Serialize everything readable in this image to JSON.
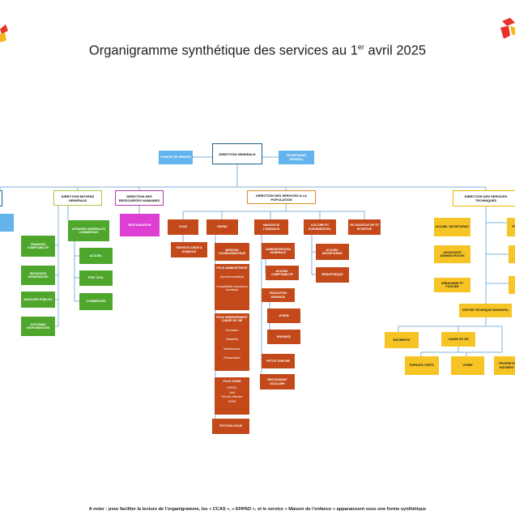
{
  "title": {
    "main": "Organigramme synthétique des services au 1",
    "sup": "er",
    "rest": " avril 2025"
  },
  "top": {
    "direction_generale": "DIRECTION GENERALE",
    "charge_mission": "CHARGE DE MISSION",
    "secretariat": "SECRETARIAT GENERAL"
  },
  "directions": {
    "moyens": "DIRECTION MOYENS GENERAUX",
    "rh": "DIRECTION DES RESSOURCES HUMAINES",
    "population": "DIRECTION DES SERVICES A LA POPULATION",
    "techniques": "DIRECTION DES SERVICES TECHNIQUES"
  },
  "moyens": {
    "affaires": "AFFAIRES GENERALES COMMERCES",
    "accueil": "ACCUEIL",
    "etat_civil": "ETAT CIVIL",
    "commerces": "COMMERCES",
    "finances": "FINANCES COMPTABILITE",
    "instances": "INSTANCES ASSURANCES",
    "marches": "MARCHES PUBLICS",
    "systemes": "SYSTEMES D'INFORMATION"
  },
  "rh": {
    "restauration": "RESTAURATION"
  },
  "population": {
    "ccas": "CCAS",
    "ehpad": "EHPAD",
    "maison": "MAISON DE L'ENFANCE",
    "culture": "CULTURE ET EVENEMENTIEL",
    "vie_asso": "VIE ASSOCIATIVE ET SPORTIVE",
    "aide_domicile": "SERVICE D'AIDE A DOMICILE",
    "medecin": "MEDECIN COORDONNATEUR",
    "pole_admin": "POLE ADMINISTRATIF",
    "pole_admin_items": [
      "Accueil secrétariat",
      "Comptabilité ressources humaines"
    ],
    "pole_hebergement": "POLE HEBERGEMENT CADRE DE VIE",
    "pole_hebergement_items": [
      "Animation",
      "Hotellerie",
      "Maintenance",
      "Restauration"
    ],
    "pole_soins": "POLE SOINS",
    "pole_soins_items": [
      "EHPAD",
      "Nuit",
      "Service Infirmier",
      "UPAD"
    ],
    "psychologue": "PSYCHOLOGUE",
    "admin_generale": "ADMINISTRATION GENERALE",
    "accueil_compta": "ACCUEIL COMPTABILITE",
    "education": "EDUCATION ENFANCE",
    "atsem": "ATSEM",
    "enfance": "ENFANCE",
    "petite_creche": "PETITE CRECHE",
    "restaurant_scolaire": "RESTAURANT SCOLAIRE",
    "accueil_secretariat": "ACCUEIL SECRETARIAT",
    "mediatheque": "MEDIATHEQUE"
  },
  "techniques": {
    "accueil_secretariat": "ACCUEIL SECRETARIAT",
    "assistante": "ASSISTANTE ADMINISTRATIVE",
    "urbanisme": "URBANISME ET FONCIER",
    "centre": "CENTRE TECHNIQUE MUNICIPAL",
    "batiments": "BATIMENTS",
    "cadre_vie": "CADRE DE VIE",
    "espaces_verts": "ESPACES VERTS",
    "voirie": "VOIRIE",
    "proprete": "PROPRETE BATIMENT",
    "pro": "PRO"
  },
  "footnote": "A noter : pour faciliter la lecture de l’organigramme, les « CCAS », « EHPAD », et le service « Maison de l’enfance » apparaissent sous une forme synthétique",
  "colors": {
    "blue": "#63b4ec",
    "green": "#4ea72c",
    "orange": "#c3491a",
    "pink": "#dd3fd3",
    "yellow": "#f6c424",
    "line": "#7fb3de"
  },
  "icons": {
    "logo_left": "logo-shape-icon",
    "logo_right": "logo-shape-icon"
  }
}
